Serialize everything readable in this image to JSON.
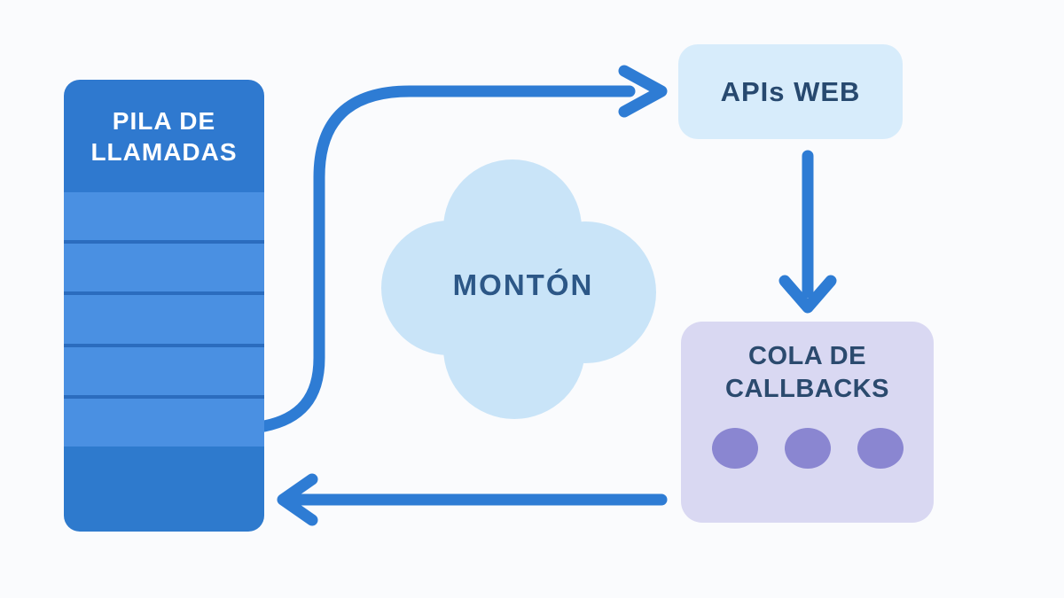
{
  "colors": {
    "bg": "#fafbfd",
    "arrow": "#2e7cd4",
    "stack_header": "#2f79cf",
    "stack_row": "#4a90e2",
    "stack_separator": "#2b6cbe",
    "stack_footer": "#2e7acd",
    "stack_text": "#ffffff",
    "webapis_bg": "#d7ecfb",
    "webapis_text": "#27496f",
    "heap_bg": "#c9e4f8",
    "heap_text": "#2c5787",
    "queue_bg": "#d9d8f2",
    "queue_text": "#2b4a6e",
    "queue_dot": "#8a86d1"
  },
  "nodes": {
    "call_stack": {
      "label": "PILA DE LLAMADAS",
      "lines": [
        "PILA DE",
        "LLAMADAS"
      ],
      "row_count": 5
    },
    "heap": {
      "label": "MONTÓN"
    },
    "web_apis": {
      "label": "APIs WEB"
    },
    "callback_queue": {
      "label": "COLA DE CALLBACKS",
      "lines": [
        "COLA DE",
        "CALLBACKS"
      ],
      "dot_count": 3
    }
  },
  "edges": [
    {
      "from": "call_stack",
      "to": "web_apis"
    },
    {
      "from": "web_apis",
      "to": "callback_queue"
    },
    {
      "from": "callback_queue",
      "to": "call_stack"
    }
  ]
}
